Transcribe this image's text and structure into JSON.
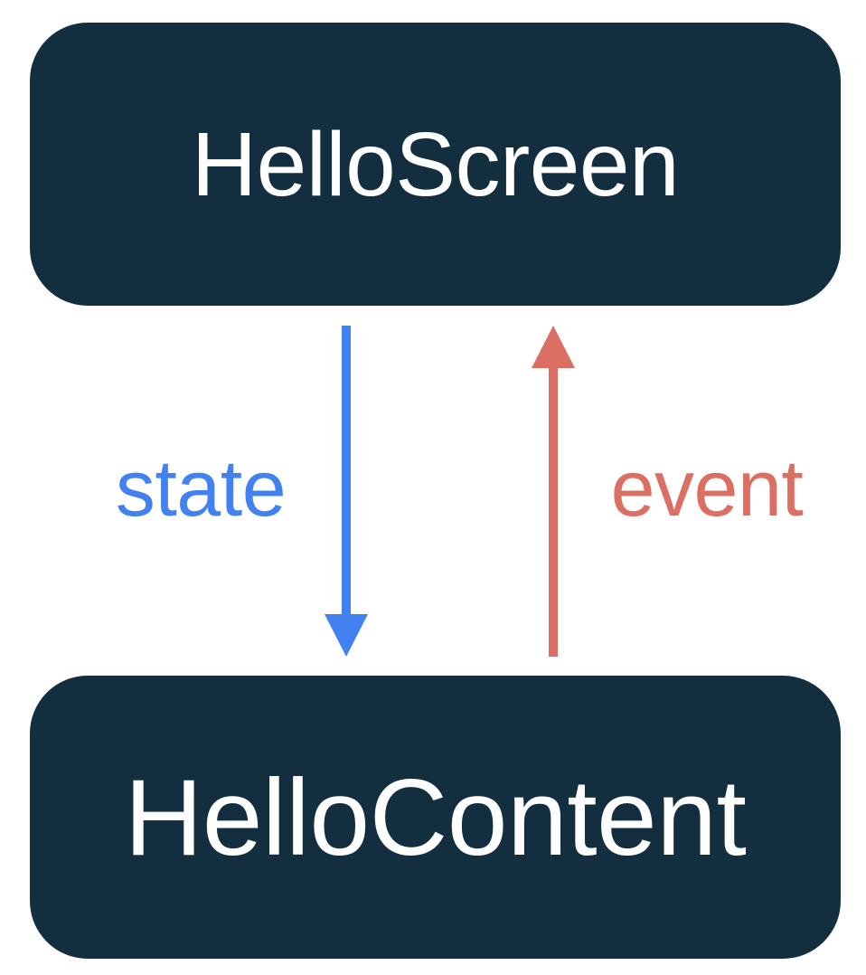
{
  "diagram": {
    "title": "unidirectional data flow between HelloScreen and HelloContent",
    "colors": {
      "background": "#ffffff",
      "node_fill": "#132e3f",
      "node_text": "#ffffff",
      "state_arrow": "#4282f0",
      "event_arrow": "#dc6f63"
    },
    "nodes": [
      {
        "id": "hello-screen",
        "label": "HelloScreen"
      },
      {
        "id": "hello-content",
        "label": "HelloContent"
      }
    ],
    "edges": [
      {
        "id": "state",
        "label": "state",
        "direction": "down",
        "color": "#4282f0"
      },
      {
        "id": "event",
        "label": "event",
        "direction": "up",
        "color": "#dc6f63"
      }
    ]
  }
}
